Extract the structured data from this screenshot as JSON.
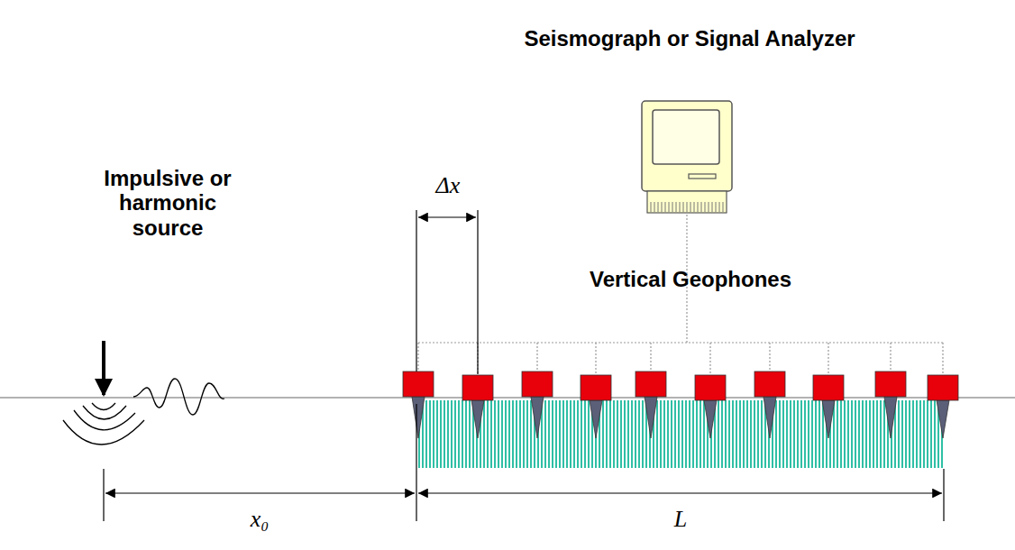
{
  "diagram": {
    "labels": [
      "Seismograph or Signal Analyzer",
      "Impulsive or harmonic source",
      "Δx",
      "Vertical Geophones",
      "x₀",
      "L"
    ]
  }
}
